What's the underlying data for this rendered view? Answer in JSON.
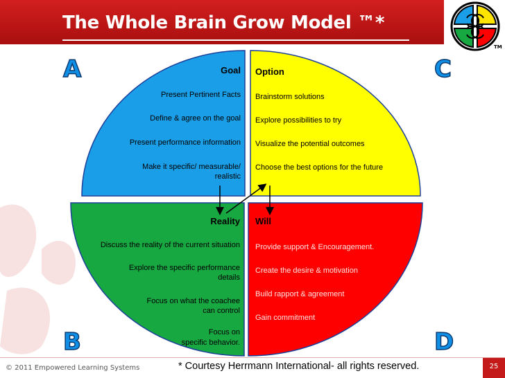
{
  "title": "The Whole Brain Grow Model ™*",
  "letters": {
    "a": "A",
    "b": "B",
    "c": "C",
    "d": "D"
  },
  "logo": {
    "tm": "TM"
  },
  "quadrants": {
    "goal": {
      "color": "#1a9ee8",
      "heading": "Goal",
      "items": [
        "Present Pertinent Facts",
        "Define & agree on the goal",
        "Present performance information",
        "Make it specific/ measurable/",
        "realistic"
      ]
    },
    "option": {
      "color": "#ffff00",
      "heading": "Option",
      "items": [
        "Brainstorm solutions",
        "Explore possibilities to try",
        "Visualize the potential outcomes",
        "Choose the best options for the future"
      ]
    },
    "reality": {
      "color": "#18a842",
      "heading": "Reality",
      "items": [
        "Discuss the reality of the current situation",
        "Explore the specific performance",
        "details",
        "Focus on what the coachee",
        "can control",
        "Focus on",
        "specific behavior."
      ]
    },
    "will": {
      "color": "#ff0000",
      "heading": "Will",
      "items": [
        "Provide support & Encouragement.",
        "Create the desire & motivation",
        "Build rapport & agreement",
        "Gain commitment"
      ]
    }
  },
  "footer": {
    "copyright": "© 2011 Empowered Learning Systems",
    "courtesy": "* Courtesy Herrmann International- all rights reserved.",
    "page": "25"
  }
}
